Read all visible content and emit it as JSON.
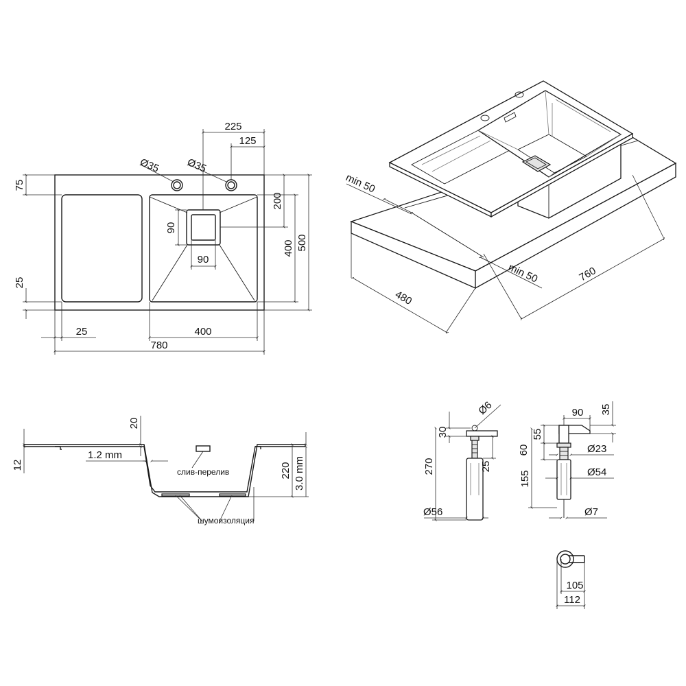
{
  "top_view": {
    "d_225": "225",
    "d_125": "125",
    "d_hole1": "Ø35",
    "d_hole2": "Ø35",
    "d_75": "75",
    "d_200": "200",
    "d_90v": "90",
    "d_90h": "90",
    "d_400v": "400",
    "d_500": "500",
    "d_25v": "25",
    "d_25h": "25",
    "d_400h": "400",
    "d_780": "780"
  },
  "iso_view": {
    "d_min50_a": "min 50",
    "d_min50_b": "min 50",
    "d_480": "480",
    "d_760": "760"
  },
  "section_view": {
    "d_20": "20",
    "d_12": "12",
    "d_thick": "1.2 mm",
    "d_220": "220",
    "d_3mm": "3.0 mm",
    "overflow_label": "слив-перелив",
    "insulation_label": "шумоизоляция"
  },
  "dispenser_a": {
    "d_6": "Ø6",
    "d_30": "30",
    "d_270": "270",
    "d_25": "25",
    "d_56": "Ø56"
  },
  "dispenser_b": {
    "d_90": "90",
    "d_35": "35",
    "d_55": "55",
    "d_23": "Ø23",
    "d_60": "60",
    "d_155": "155",
    "d_54": "Ø54",
    "d_7": "Ø7"
  },
  "drain": {
    "d_105": "105",
    "d_112": "112"
  }
}
